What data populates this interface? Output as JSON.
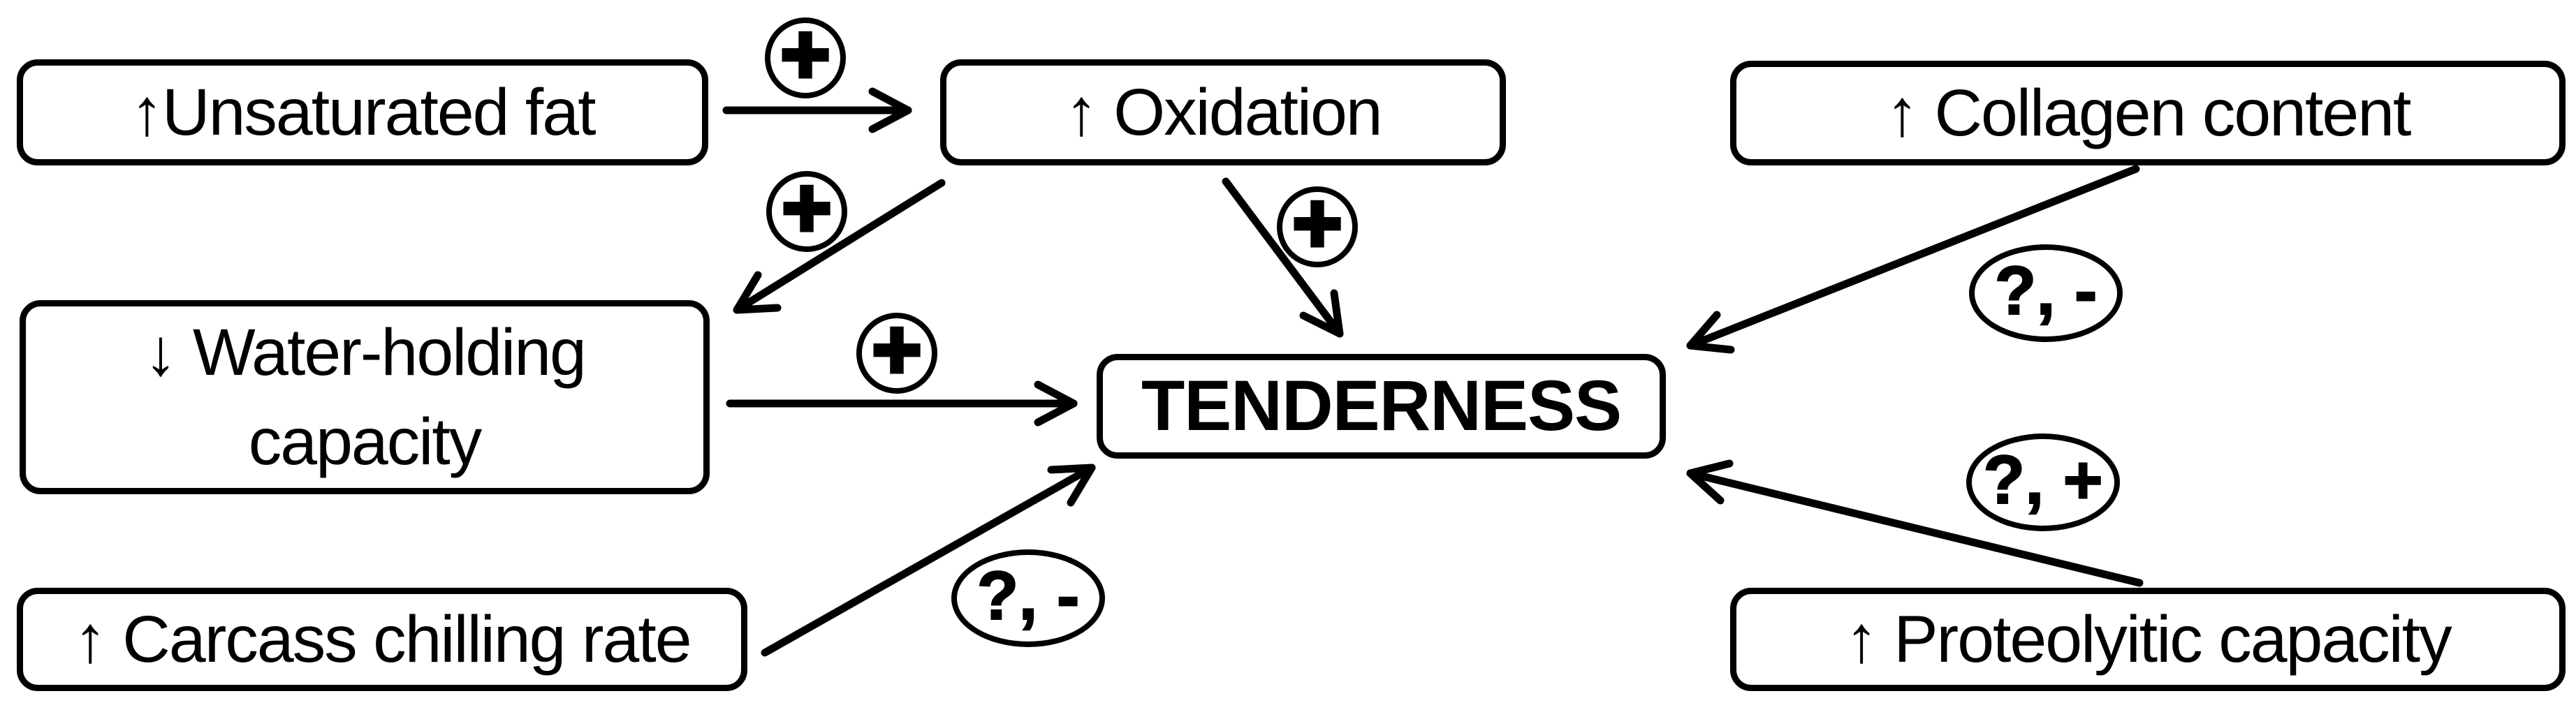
{
  "diagram": {
    "background": "#ffffff",
    "ink_color": "#000000",
    "nodes": {
      "unsaturated_fat": {
        "label": "↑Unsaturated fat"
      },
      "oxidation": {
        "label": "↑ Oxidation"
      },
      "collagen_content": {
        "label": "↑ Collagen content"
      },
      "water_holding_capacity": {
        "label": "↓ Water-holding\ncapacity"
      },
      "tenderness": {
        "label": "TENDERNESS"
      },
      "carcass_chilling_rate": {
        "label": "↑ Carcass chilling rate"
      },
      "proteolytic_capacity": {
        "label": "↑ Proteolyitic capacity"
      }
    },
    "edges": [
      {
        "from": "unsaturated_fat",
        "to": "oxidation",
        "label": "+"
      },
      {
        "from": "oxidation",
        "to": "water_holding_capacity",
        "label": "+"
      },
      {
        "from": "oxidation",
        "to": "tenderness",
        "label": "+"
      },
      {
        "from": "water_holding_capacity",
        "to": "tenderness",
        "label": "+"
      },
      {
        "from": "carcass_chilling_rate",
        "to": "tenderness",
        "label": "?, -"
      },
      {
        "from": "collagen_content",
        "to": "tenderness",
        "label": "?, -"
      },
      {
        "from": "proteolytic_capacity",
        "to": "tenderness",
        "label": "?, +"
      }
    ]
  }
}
